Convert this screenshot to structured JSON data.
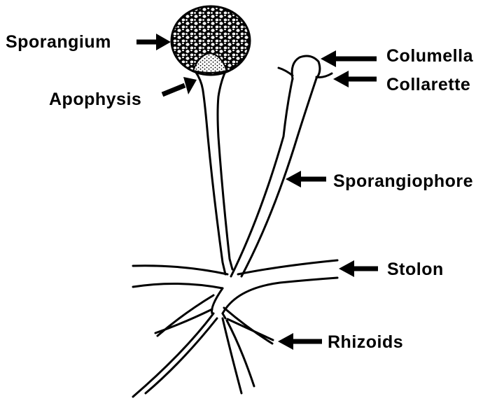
{
  "labels": {
    "sporangium": "Sporangium",
    "apophysis": "Apophysis",
    "columella": "Columella",
    "collarette": "Collarette",
    "sporangiophore": "Sporangiophore",
    "stolon": "Stolon",
    "rhizoids": "Rhizoids"
  },
  "colors": {
    "ink": "#000000",
    "background": "#ffffff"
  }
}
